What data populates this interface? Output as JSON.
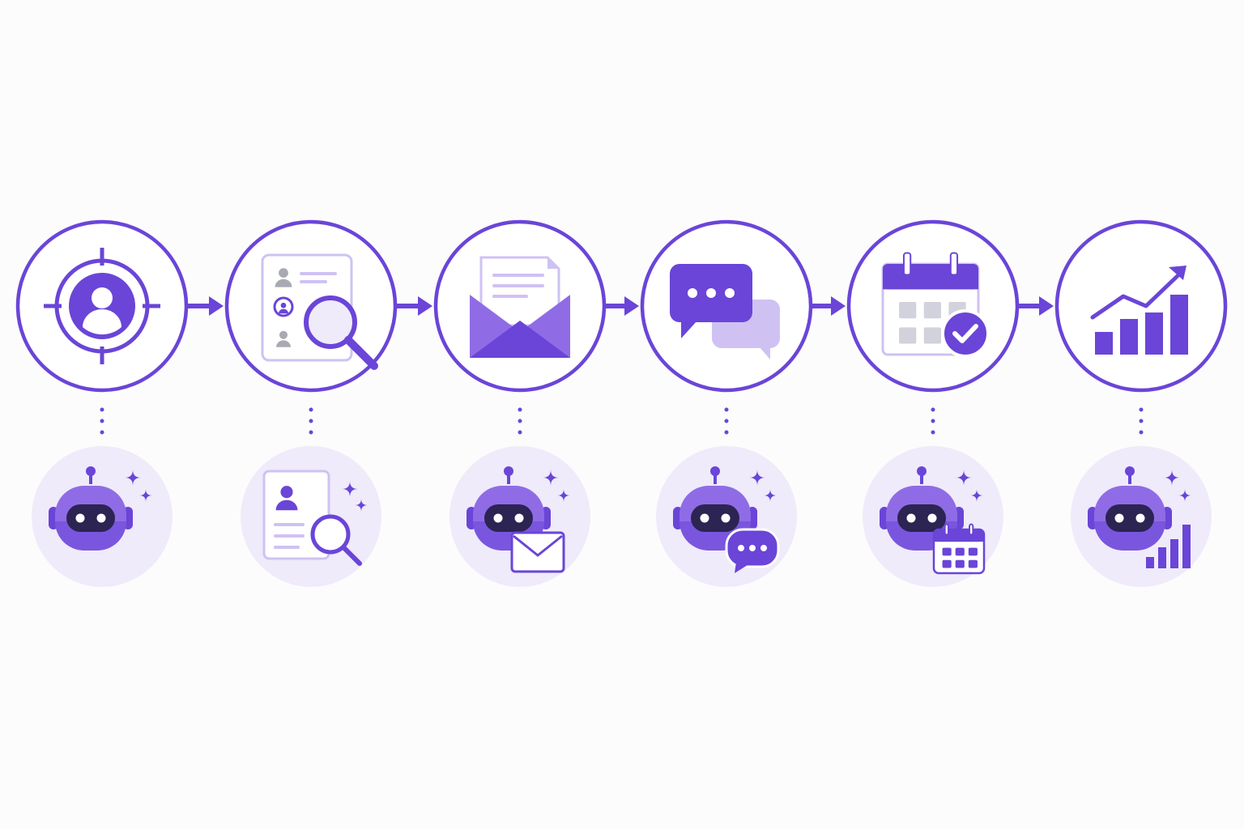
{
  "colors": {
    "primary": "#6a45d8",
    "primary_mid": "#8f6ce6",
    "light": "#cfc2f3",
    "light_bg": "#efebfa",
    "gray": "#a9a9b4",
    "face": "#2c2452",
    "background": "#fcfcfd"
  },
  "steps": [
    {
      "id": "target",
      "icon": "target-user-icon",
      "agent_icon": "robot-sparkle-icon"
    },
    {
      "id": "research",
      "icon": "profile-search-icon",
      "agent_icon": "profile-search-icon"
    },
    {
      "id": "email",
      "icon": "open-envelope-icon",
      "agent_icon": "robot-email-icon"
    },
    {
      "id": "chat",
      "icon": "chat-bubbles-icon",
      "agent_icon": "robot-chat-icon"
    },
    {
      "id": "schedule",
      "icon": "calendar-check-icon",
      "agent_icon": "robot-calendar-icon"
    },
    {
      "id": "growth",
      "icon": "growth-chart-icon",
      "agent_icon": "robot-chart-icon"
    }
  ]
}
